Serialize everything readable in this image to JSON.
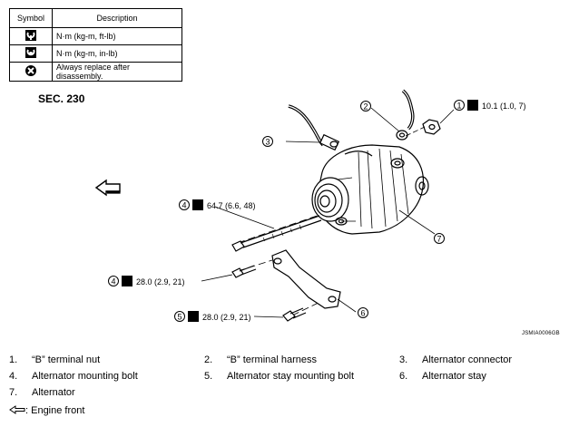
{
  "symbols_table": {
    "headers": {
      "symbol": "Symbol",
      "description": "Description"
    },
    "rows": [
      {
        "icon": "torque-wrench-icon",
        "description": "N·m (kg-m, ft-lb)"
      },
      {
        "icon": "torque-wrench-inlb-icon",
        "description": "N·m (kg-m, in-lb)"
      },
      {
        "icon": "always-replace-icon",
        "description": "Always replace after disassembly."
      }
    ]
  },
  "section_label": "SEC. 230",
  "diagram_code": "JSMIA0006GB",
  "callouts": {
    "c1": {
      "num": "1",
      "torque": "10.1 (1.0, 7)"
    },
    "c2": {
      "num": "2"
    },
    "c3": {
      "num": "3"
    },
    "c4a": {
      "num": "4",
      "torque": "64.7 (6.6, 48)"
    },
    "c4b": {
      "num": "4",
      "torque": "28.0 (2.9, 21)"
    },
    "c5": {
      "num": "5",
      "torque": "28.0 (2.9, 21)"
    },
    "c6": {
      "num": "6"
    },
    "c7": {
      "num": "7"
    }
  },
  "parts": [
    {
      "num": "1.",
      "name": "“B” terminal nut"
    },
    {
      "num": "2.",
      "name": "“B” terminal harness"
    },
    {
      "num": "3.",
      "name": "Alternator connector"
    },
    {
      "num": "4.",
      "name": "Alternator mounting bolt"
    },
    {
      "num": "5.",
      "name": "Alternator stay mounting bolt"
    },
    {
      "num": "6.",
      "name": "Alternator stay"
    },
    {
      "num": "7.",
      "name": "Alternator"
    }
  ],
  "engine_front_label": ": Engine front",
  "colors": {
    "ink": "#000000",
    "background": "#ffffff"
  }
}
